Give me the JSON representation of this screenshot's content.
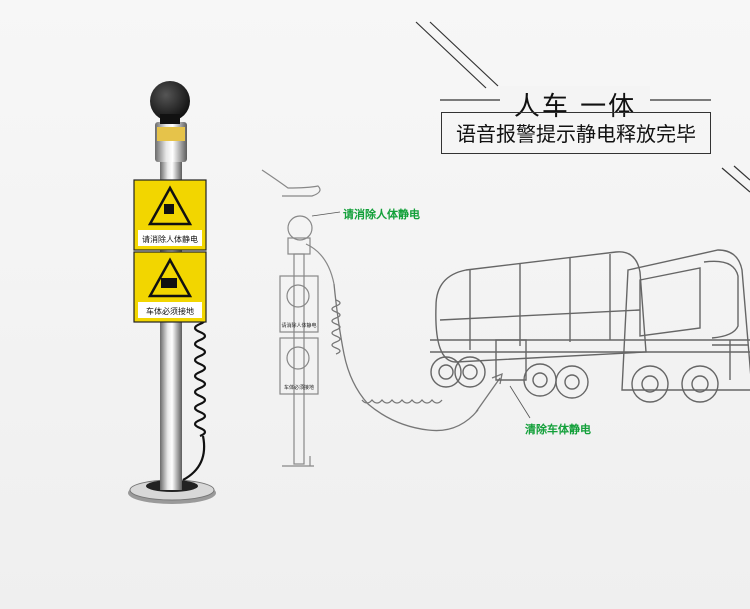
{
  "header": {
    "title": "人车 一体",
    "subtitle": "语音报警提示静电释放完毕"
  },
  "labels": {
    "human_discharge": "请消除人体静电",
    "vehicle_discharge": "清除车体静电"
  },
  "post_signs": {
    "top_label": "请消除人体静电",
    "bottom_label": "车体必须接地"
  },
  "diagram_signs": {
    "top_label": "请消除人体静电",
    "bottom_label": "车体必须接地"
  },
  "colors": {
    "accent_green": "#13a03a",
    "sign_yellow": "#f2d600",
    "post_steel": "#b9b9b9"
  }
}
